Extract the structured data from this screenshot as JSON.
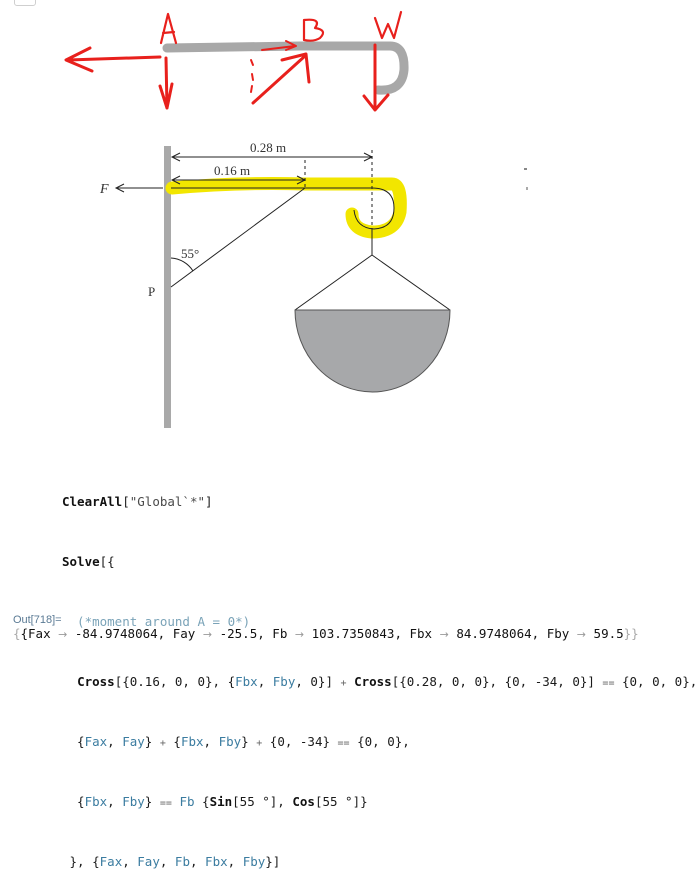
{
  "sketch": {
    "labels": {
      "a": "A",
      "b": "B",
      "w": "W"
    },
    "colors": {
      "ink": "#e8201c",
      "beam": "#a8a8a8"
    }
  },
  "diagram": {
    "dim_long": "0.28 m",
    "dim_short": "0.16 m",
    "force_label": "F",
    "angle_label": "55°",
    "point_label": "P",
    "colors": {
      "highlight": "#f2e600",
      "wall": "#a9a9a9",
      "bowl": "#a7a8aa",
      "line": "#222222"
    }
  },
  "notebook": {
    "input_lines": [
      {
        "id": "clearall",
        "text": "ClearAll[\"Global`*\"]"
      },
      {
        "id": "solve-open",
        "text": "Solve[{"
      },
      {
        "id": "comment",
        "text": "(*moment around A = 0*)"
      },
      {
        "id": "moment-eq",
        "text": "Cross[{0.16, 0, 0}, {Fbx, Fby, 0}] + Cross[{0.28, 0, 0}, {0, -34, 0}] == {0, 0, 0},"
      },
      {
        "id": "force-eq",
        "text": "{Fax, Fay} + {Fbx, Fby} + {0, -34} == {0, 0},"
      },
      {
        "id": "direction-eq",
        "text": "{Fbx, Fby} == Fb {Sin[55 °], Cos[55 °]}"
      },
      {
        "id": "solve-close",
        "text": "}, {Fax, Fay, Fb, Fbx, Fby}]"
      }
    ],
    "output": {
      "label": "Out[718]=",
      "results": [
        {
          "var": "Fax",
          "value": "-84.9748064"
        },
        {
          "var": "Fay",
          "value": "-25.5"
        },
        {
          "var": "Fb",
          "value": "103.7350843"
        },
        {
          "var": "Fbx",
          "value": "84.9748064"
        },
        {
          "var": "Fby",
          "value": "59.5"
        }
      ]
    }
  }
}
